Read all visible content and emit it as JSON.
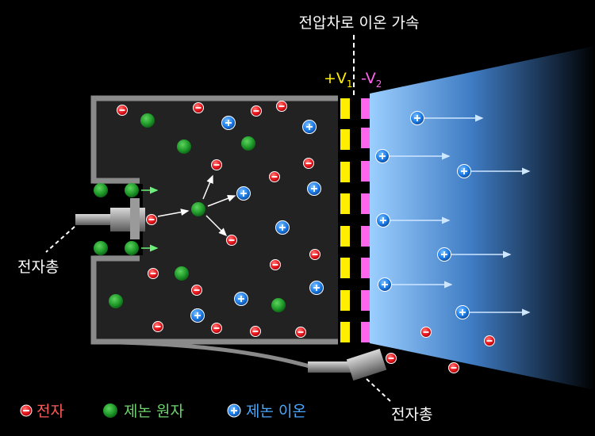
{
  "title": "전압차로 이온 가속",
  "v1": {
    "sign": "+V",
    "sub": "1"
  },
  "v2": {
    "sign": "-V",
    "sub": "2"
  },
  "gun_label_left": "전자총",
  "gun_label_bottom": "전자총",
  "legend": {
    "electron": "전자",
    "atom": "제논 원자",
    "ion": "제논 이온"
  },
  "colors": {
    "electron": "#e8151b",
    "atom": "#1f9a2a",
    "ion": "#1c7ce8",
    "grid_plus": "#ffee00",
    "grid_minus": "#ff66ee",
    "plume": "#8fc8ff"
  },
  "icons": {
    "electron": "minus-circle-icon",
    "ion": "plus-circle-icon",
    "atom": "green-dot-icon"
  }
}
